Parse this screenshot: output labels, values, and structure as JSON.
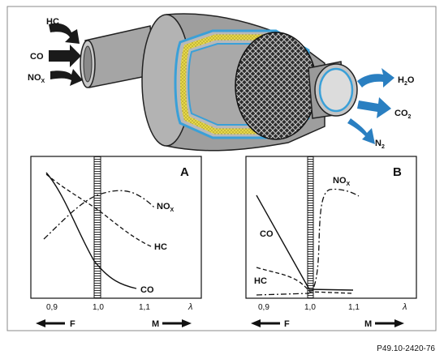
{
  "converter": {
    "inputs": {
      "hc": "HC",
      "co": "CO",
      "nox_main": "NO",
      "nox_sub": "X"
    },
    "outputs": {
      "h2o_a": "H",
      "h2o_sub": "2",
      "h2o_b": "O",
      "co2_main": "CO",
      "co2_sub": "2",
      "n2_main": "N",
      "n2_sub": "2"
    },
    "colors": {
      "inlet_arrow": "#1a1a1a",
      "outlet_arrow": "#2a7fc1",
      "shell": "#9a9a9a",
      "insulation": "#e6d84a",
      "blue_outline": "#3aa0d8"
    }
  },
  "panel_a": {
    "letter": "A",
    "curve_labels": {
      "nox_main": "NO",
      "nox_sub": "X",
      "hc": "HC",
      "co": "CO"
    },
    "ticks": [
      "0,9",
      "1,0",
      "1,1"
    ],
    "x_symbol": "λ",
    "rich_label": "F",
    "lean_label": "M"
  },
  "panel_b": {
    "letter": "B",
    "curve_labels": {
      "nox_main": "NO",
      "nox_sub": "X",
      "co": "CO",
      "hc": "HC"
    },
    "ticks": [
      "0,9",
      "1,0",
      "1,1"
    ],
    "x_symbol": "λ",
    "rich_label": "F",
    "lean_label": "M"
  },
  "figure_id": "P49.10-2420-76"
}
